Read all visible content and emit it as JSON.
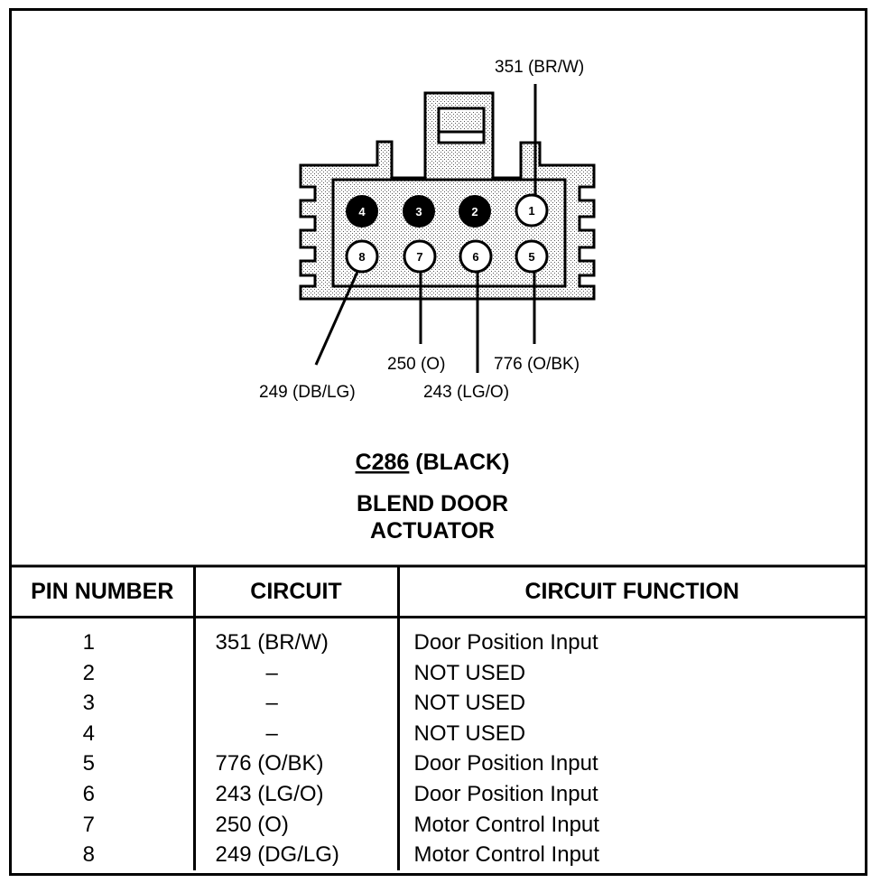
{
  "connector": {
    "code": "C286",
    "color": "(BLACK)",
    "name_line1": "BLEND DOOR",
    "name_line2": "ACTUATOR"
  },
  "pins_visual": [
    {
      "number": "1",
      "filled": false
    },
    {
      "number": "2",
      "filled": true
    },
    {
      "number": "3",
      "filled": true
    },
    {
      "number": "4",
      "filled": true
    },
    {
      "number": "5",
      "filled": false
    },
    {
      "number": "6",
      "filled": false
    },
    {
      "number": "7",
      "filled": false
    },
    {
      "number": "8",
      "filled": false
    }
  ],
  "wire_labels": {
    "pin1": "351 (BR/W)",
    "pin5": "776 (O/BK)",
    "pin6": "243 (LG/O)",
    "pin7": "250 (O)",
    "pin8": "249 (DB/LG)"
  },
  "table": {
    "headers": [
      "PIN NUMBER",
      "CIRCUIT",
      "CIRCUIT FUNCTION"
    ],
    "rows": [
      {
        "pin": "1",
        "circuit": "351 (BR/W)",
        "function": "Door Position Input"
      },
      {
        "pin": "2",
        "circuit": "–",
        "function": "NOT USED"
      },
      {
        "pin": "3",
        "circuit": "–",
        "function": "NOT USED"
      },
      {
        "pin": "4",
        "circuit": "–",
        "function": "NOT USED"
      },
      {
        "pin": "5",
        "circuit": "776 (O/BK)",
        "function": "Door Position Input"
      },
      {
        "pin": "6",
        "circuit": "243 (LG/O)",
        "function": "Door Position Input"
      },
      {
        "pin": "7",
        "circuit": "250 (O)",
        "function": "Motor Control Input"
      },
      {
        "pin": "8",
        "circuit": "249 (DG/LG)",
        "function": "Motor Control Input"
      }
    ]
  }
}
